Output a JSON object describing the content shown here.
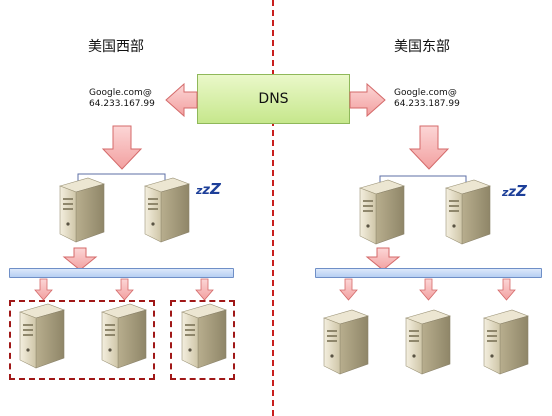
{
  "regions": {
    "west": {
      "title": "美国西部",
      "address": "Google.com@\n64.233.167.99"
    },
    "east": {
      "title": "美国东部",
      "address": "Google.com@\n64.233.187.99"
    }
  },
  "dns": {
    "label": "DNS"
  },
  "colors": {
    "arrow_fill": "#f7b3b3",
    "arrow_stroke": "#d46a6a",
    "dns_green": "#c6e78c",
    "bus_blue": "#b7cff3",
    "divider_red": "#c81e1e"
  },
  "icons": [
    "server-icon",
    "sleep-zzz-icon",
    "arrow-icon"
  ]
}
